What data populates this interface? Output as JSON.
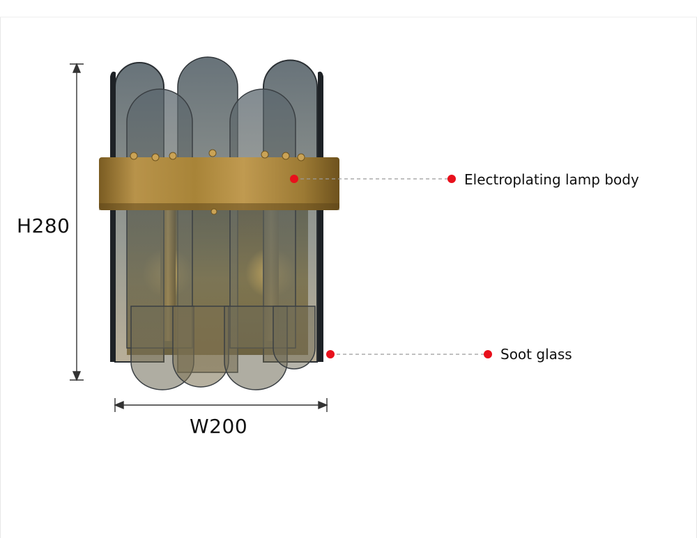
{
  "dimensions": {
    "height_label": "H280",
    "width_label": "W200"
  },
  "callouts": {
    "lamp_body": "Electroplating lamp body",
    "glass": "Soot glass"
  },
  "colors": {
    "marker": "#e8101c",
    "brass": "#b08a3c",
    "smoke_glass": "#5e6a72"
  }
}
